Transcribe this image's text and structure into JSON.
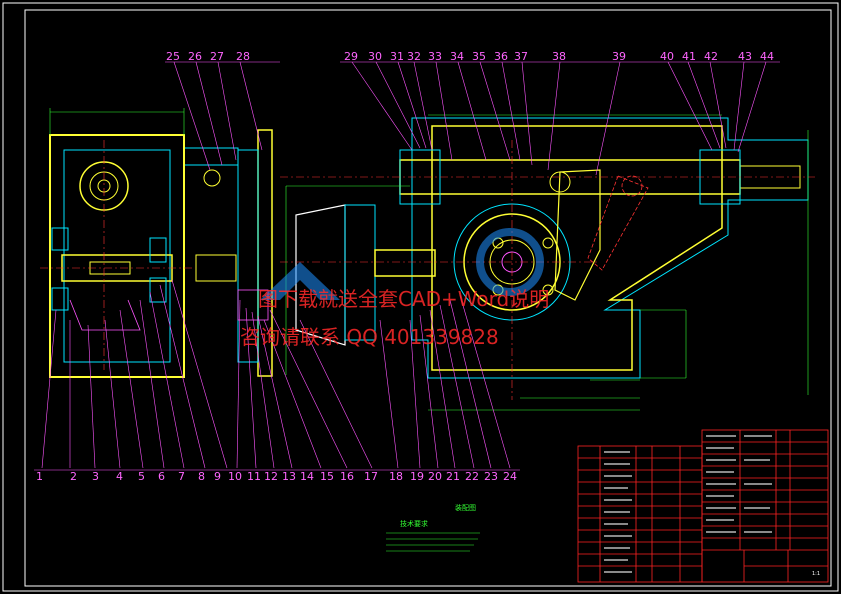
{
  "labels_bottom": [
    "1",
    "2",
    "3",
    "4",
    "5",
    "6",
    "7",
    "8",
    "9",
    "10",
    "11",
    "12",
    "13",
    "14",
    "15",
    "16",
    "17",
    "18",
    "19",
    "20",
    "21",
    "22",
    "23",
    "24"
  ],
  "labels_top": [
    "25",
    "26",
    "27",
    "28",
    "29",
    "30",
    "31",
    "32",
    "33",
    "34",
    "35",
    "36",
    "37",
    "38",
    "39",
    "40",
    "41",
    "42",
    "43",
    "44"
  ],
  "watermark": {
    "line1": "图下载就送全套CAD+Word说明",
    "line2": "咨询请联系 QQ 401339828"
  },
  "notes": {
    "heading": "技术要求",
    "title_small": "装配图"
  },
  "title_block": {
    "scale": "1:1"
  },
  "colors": {
    "background": "#000000",
    "frame": "#ffffff",
    "leader": "#ff55ff",
    "outline": "#00e5ff",
    "centerline": "#ff3333",
    "part": "#ffff33",
    "dimension": "#33ff33",
    "table": "#ff2222"
  }
}
